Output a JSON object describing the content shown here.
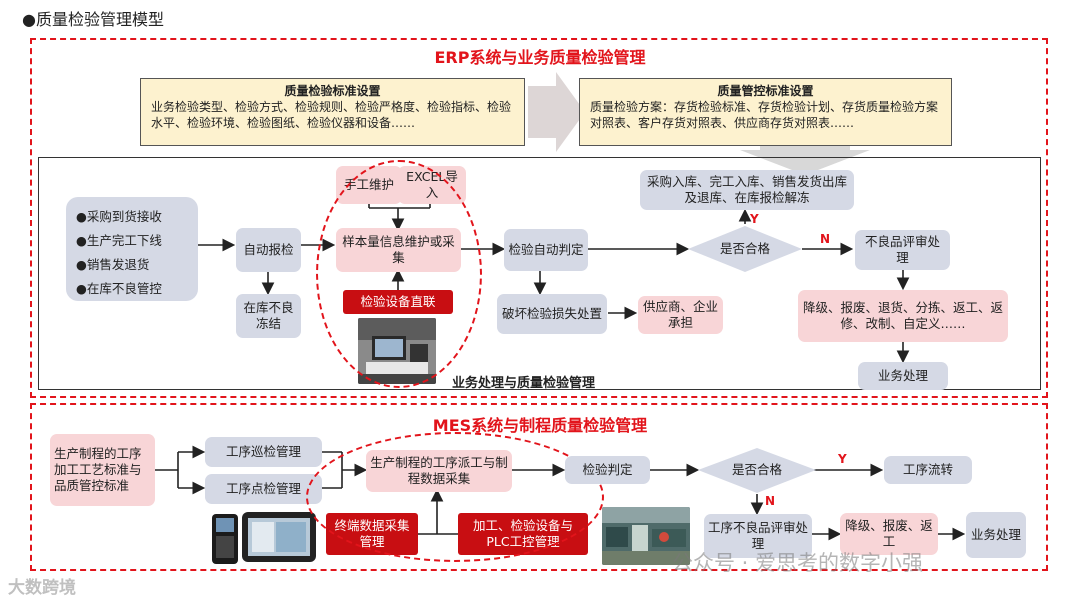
{
  "page_title": "●质量检验管理模型",
  "erp": {
    "title": "ERP系统与业务质量检验管理",
    "std1": {
      "title": "质量检验标准设置",
      "text": "业务检验类型、检验方式、检验规则、检验严格度、检验指标、检验水平、检验环境、检验图纸、检验仪器和设备……"
    },
    "std2": {
      "title": "质量管控标准设置",
      "text": "质量检验方案：存货检验标准、存货检验计划、存货质量检验方案对照表、客户存货对照表、供应商存货对照表……"
    },
    "sources": [
      "●采购到货接收",
      "●生产完工下线",
      "●销售发退货",
      "●在库不良管控"
    ],
    "auto_report": "自动报检",
    "in_stock_freeze": "在库不良冻结",
    "manual": "手工维护",
    "excel": "EXCEL导入",
    "sample_info": "样本量信息维护或采集",
    "device_link": "检验设备直联",
    "auto_judge": "检验自动判定",
    "destructive_loss": "破坏检验损失处置",
    "supplier_bear": "供应商、企业承担",
    "qualified": "是否合格",
    "y": "Y",
    "n": "N",
    "pass_result": "采购入库、完工入库、销售发货出库及退库、在库报检解冻",
    "defect_review": "不良品评审处理",
    "defect_actions": "降级、报废、退货、分拣、返工、返修、改制、自定义……",
    "business_proc": "业务处理",
    "section_label": "业务处理与质量检验管理"
  },
  "mes": {
    "title": "MES系统与制程质量检验管理",
    "standard": "生产制程的工序加工工艺标准与品质管控标准",
    "patrol": "工序巡检管理",
    "spot": "工序点检管理",
    "dispatch": "生产制程的工序派工与制程数据采集",
    "terminal": "终端数据采集管理",
    "plc": "加工、检验设备与PLC工控管理",
    "judge": "检验判定",
    "qualified": "是否合格",
    "y": "Y",
    "n": "N",
    "flow": "工序流转",
    "defect_review": "工序不良品评审处理",
    "defect_actions": "降级、报废、返工",
    "business_proc": "业务处理"
  },
  "watermark": {
    "left": "大数跨境",
    "right": "公众号 · 爱思考的数字小强"
  }
}
